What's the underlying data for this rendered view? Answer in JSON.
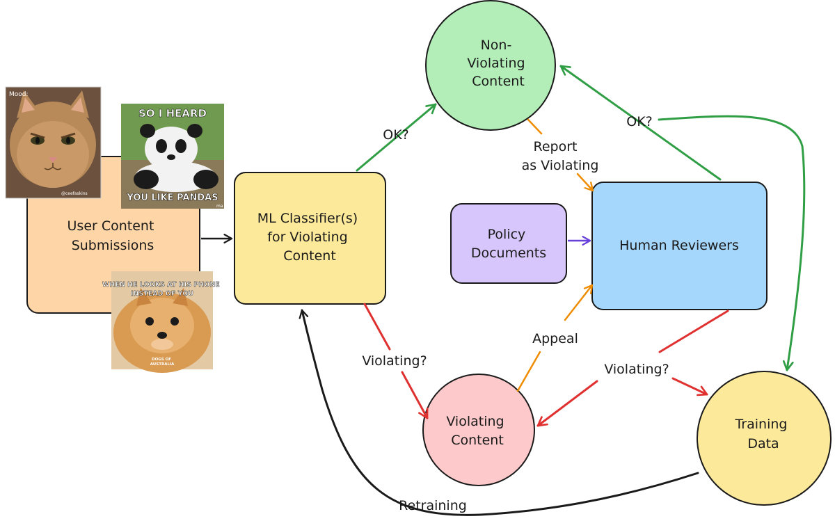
{
  "nodes": {
    "user_content": {
      "lines": [
        "User Content",
        "Submissions"
      ]
    },
    "ml_classifier": {
      "lines": [
        "ML Classifier(s)",
        "for Violating",
        "Content"
      ]
    },
    "non_violating": {
      "lines": [
        "Non-",
        "Violating",
        "Content"
      ]
    },
    "policy_documents": {
      "lines": [
        "Policy",
        "Documents"
      ]
    },
    "human_reviewers": {
      "lines": [
        "Human Reviewers"
      ]
    },
    "violating_content": {
      "lines": [
        "Violating",
        "Content"
      ]
    },
    "training_data": {
      "lines": [
        "Training",
        "Data"
      ]
    }
  },
  "edge_labels": {
    "ok_classifier": "OK?",
    "report_line1": "Report",
    "report_line2": "as Violating",
    "ok_reviewers": "OK?",
    "violating_classifier": "Violating?",
    "appeal": "Appeal",
    "violating_reviewers": "Violating?",
    "retraining": "Retraining"
  },
  "memes": {
    "cat": {
      "caption": "Mood:",
      "watermark": "@ceefaskins",
      "icon": "cat-photo"
    },
    "panda": {
      "top": "SO I HEARD",
      "bottom": "YOU LIKE PANDAS",
      "watermark": "ma",
      "icon": "panda-photo"
    },
    "dog": {
      "top_line1": "WHEN HE LOOKS AT HIS PHONE",
      "top_line2": "INSTEAD OF YOU",
      "watermark_line1": "DOGS OF",
      "watermark_line2": "AUSTRALIA",
      "icon": "pomeranian-photo"
    }
  },
  "colors": {
    "user_content": "#fdd5a6",
    "ml_classifier": "#fce99a",
    "non_violating": "#b3eeb8",
    "policy_documents": "#d7c6fb",
    "human_reviewers": "#a5d6fb",
    "violating_content": "#fdc9ca",
    "training_data": "#fce99a",
    "arrow_green": "#2f9e44",
    "arrow_red": "#e03131",
    "arrow_orange": "#f08c00",
    "arrow_purple": "#6741d9",
    "arrow_black": "#1a1a1a"
  }
}
